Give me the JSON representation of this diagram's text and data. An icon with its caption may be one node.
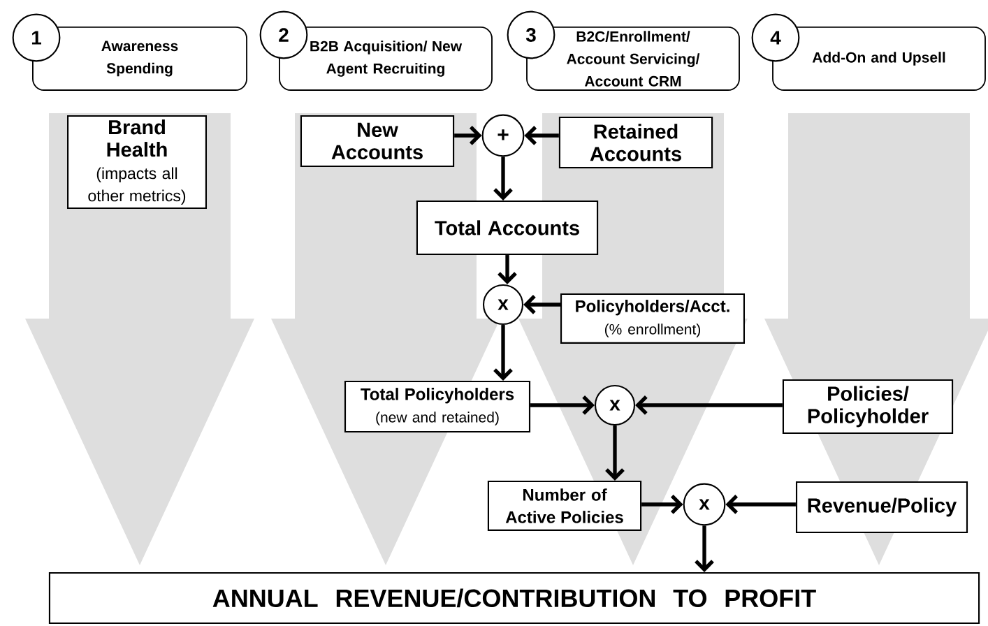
{
  "diagram": {
    "nodes": [
      {
        "text": [
          "Awareness Spending"
        ]
      },
      {
        "text": [
          "1"
        ]
      },
      {
        "text": [
          "B2B Acquisition/ New Agent Recruiting"
        ]
      },
      {
        "text": [
          "2"
        ]
      },
      {
        "text": [
          "B2C/Enrollment/ Account Servicing/ Account CRM"
        ]
      },
      {
        "text": [
          "3"
        ]
      },
      {
        "text": [
          "Add-On and Upsell"
        ]
      },
      {
        "text": [
          "4"
        ]
      },
      {
        "text": [
          "Brand Health",
          "(impacts all other metrics)"
        ]
      },
      {
        "text": [
          "New Accounts"
        ]
      },
      {
        "text": [
          "+"
        ]
      },
      {
        "text": [
          "Retained Accounts"
        ]
      },
      {
        "text": [
          "Total Accounts"
        ]
      },
      {
        "text": [
          "x"
        ]
      },
      {
        "text": [
          "Policyholders/Acct.",
          "(% enrollment)"
        ]
      },
      {
        "text": [
          "Total Policyholders",
          "(new and retained)"
        ]
      },
      {
        "text": [
          "x"
        ]
      },
      {
        "text": [
          "Policies/ Policyholder"
        ]
      },
      {
        "text": [
          "Number of Active Policies"
        ]
      },
      {
        "text": [
          "x"
        ]
      },
      {
        "text": [
          "Revenue/Policy"
        ]
      },
      {
        "text": [
          "ANNUAL REVENUE/CONTRIBUTION TO PROFIT"
        ]
      }
    ],
    "edges": [
      {
        "from": 9,
        "to": 10,
        "arrow": "to"
      },
      {
        "from": 11,
        "to": 10,
        "arrow": "to"
      },
      {
        "from": 10,
        "to": 12,
        "arrow": "to"
      },
      {
        "from": 12,
        "to": 13,
        "arrow": "to"
      },
      {
        "from": 14,
        "to": 13,
        "arrow": "to"
      },
      {
        "from": 13,
        "to": 15,
        "arrow": "to"
      },
      {
        "from": 15,
        "to": 16,
        "arrow": "to"
      },
      {
        "from": 17,
        "to": 16,
        "arrow": "to"
      },
      {
        "from": 16,
        "to": 18,
        "arrow": "to"
      },
      {
        "from": 18,
        "to": 19,
        "arrow": "to"
      },
      {
        "from": 20,
        "to": 19,
        "arrow": "to"
      },
      {
        "from": 19,
        "to": 21,
        "arrow": "to"
      },
      {
        "from": 0,
        "to": 21,
        "arrow": "to",
        "style": "thick",
        "color": "#dedede"
      },
      {
        "from": 2,
        "to": 21,
        "arrow": "to",
        "style": "thick",
        "color": "#dedede"
      },
      {
        "from": 4,
        "to": 21,
        "arrow": "to",
        "style": "thick",
        "color": "#dedede"
      },
      {
        "from": 6,
        "to": 21,
        "arrow": "to",
        "style": "thick",
        "color": "#dedede"
      }
    ]
  }
}
